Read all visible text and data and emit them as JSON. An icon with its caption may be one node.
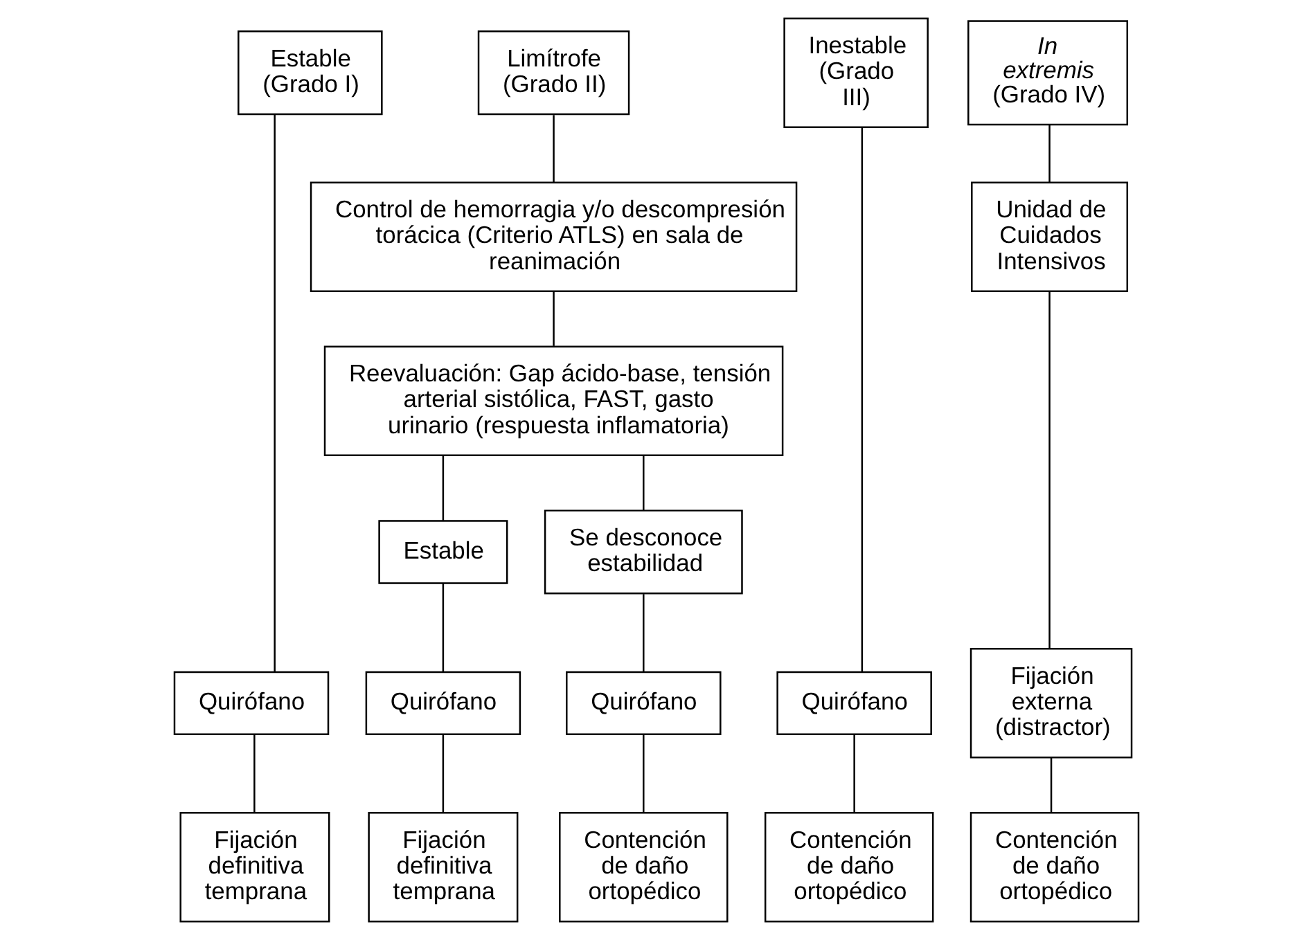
{
  "diagram": {
    "nodes": [
      {
        "text": [
          "Estable (Grado I)"
        ]
      },
      {
        "text": [
          "Limítrofe (Grado II)"
        ]
      },
      {
        "text": [
          "Inestable (Grado III)"
        ]
      },
      {
        "text": [
          "*In extremis* (Grado IV)"
        ]
      },
      {
        "text": [
          "Control de hemorragia y/o descompresión torácica (Criterio ATLS) en sala de reanimación"
        ]
      },
      {
        "text": [
          "Reevaluación: Gap ácido-base, tensión arterial sistólica, FAST, gasto urinario (respuesta inflamatoria)"
        ]
      },
      {
        "text": [
          "Unidad de Cuidados Intensivos"
        ]
      },
      {
        "text": [
          "Estable"
        ]
      },
      {
        "text": [
          "Se desconoce estabilidad"
        ]
      },
      {
        "text": [
          "Fijación externa (distractor)"
        ]
      },
      {
        "text": [
          "Quirófano"
        ]
      },
      {
        "text": [
          "Quirófano"
        ]
      },
      {
        "text": [
          "Quirófano"
        ]
      },
      {
        "text": [
          "Quirófano"
        ]
      },
      {
        "text": [
          "Fijación definitiva temprana"
        ]
      },
      {
        "text": [
          "Fijación definitiva temprana"
        ]
      },
      {
        "text": [
          "Contención de daño ortopédico"
        ]
      },
      {
        "text": [
          "Contención de daño ortopédico"
        ]
      },
      {
        "text": [
          "Contención de daño ortopédico"
        ]
      }
    ],
    "edges": [
      {
        "from": 0,
        "to": 10,
        "arrow": "none"
      },
      {
        "from": 1,
        "to": 4,
        "arrow": "none"
      },
      {
        "from": 4,
        "to": 5,
        "arrow": "none"
      },
      {
        "from": 5,
        "to": 7,
        "arrow": "none"
      },
      {
        "from": 5,
        "to": 8,
        "arrow": "none"
      },
      {
        "from": 7,
        "to": 11,
        "arrow": "none"
      },
      {
        "from": 8,
        "to": 12,
        "arrow": "none"
      },
      {
        "from": 2,
        "to": 13,
        "arrow": "none"
      },
      {
        "from": 3,
        "to": 6,
        "arrow": "none"
      },
      {
        "from": 6,
        "to": 9,
        "arrow": "none"
      },
      {
        "from": 9,
        "to": 18,
        "arrow": "none"
      },
      {
        "from": 10,
        "to": 14,
        "arrow": "none"
      },
      {
        "from": 11,
        "to": 15,
        "arrow": "none"
      },
      {
        "from": 12,
        "to": 16,
        "arrow": "none"
      },
      {
        "from": 13,
        "to": 17,
        "arrow": "none"
      }
    ]
  }
}
